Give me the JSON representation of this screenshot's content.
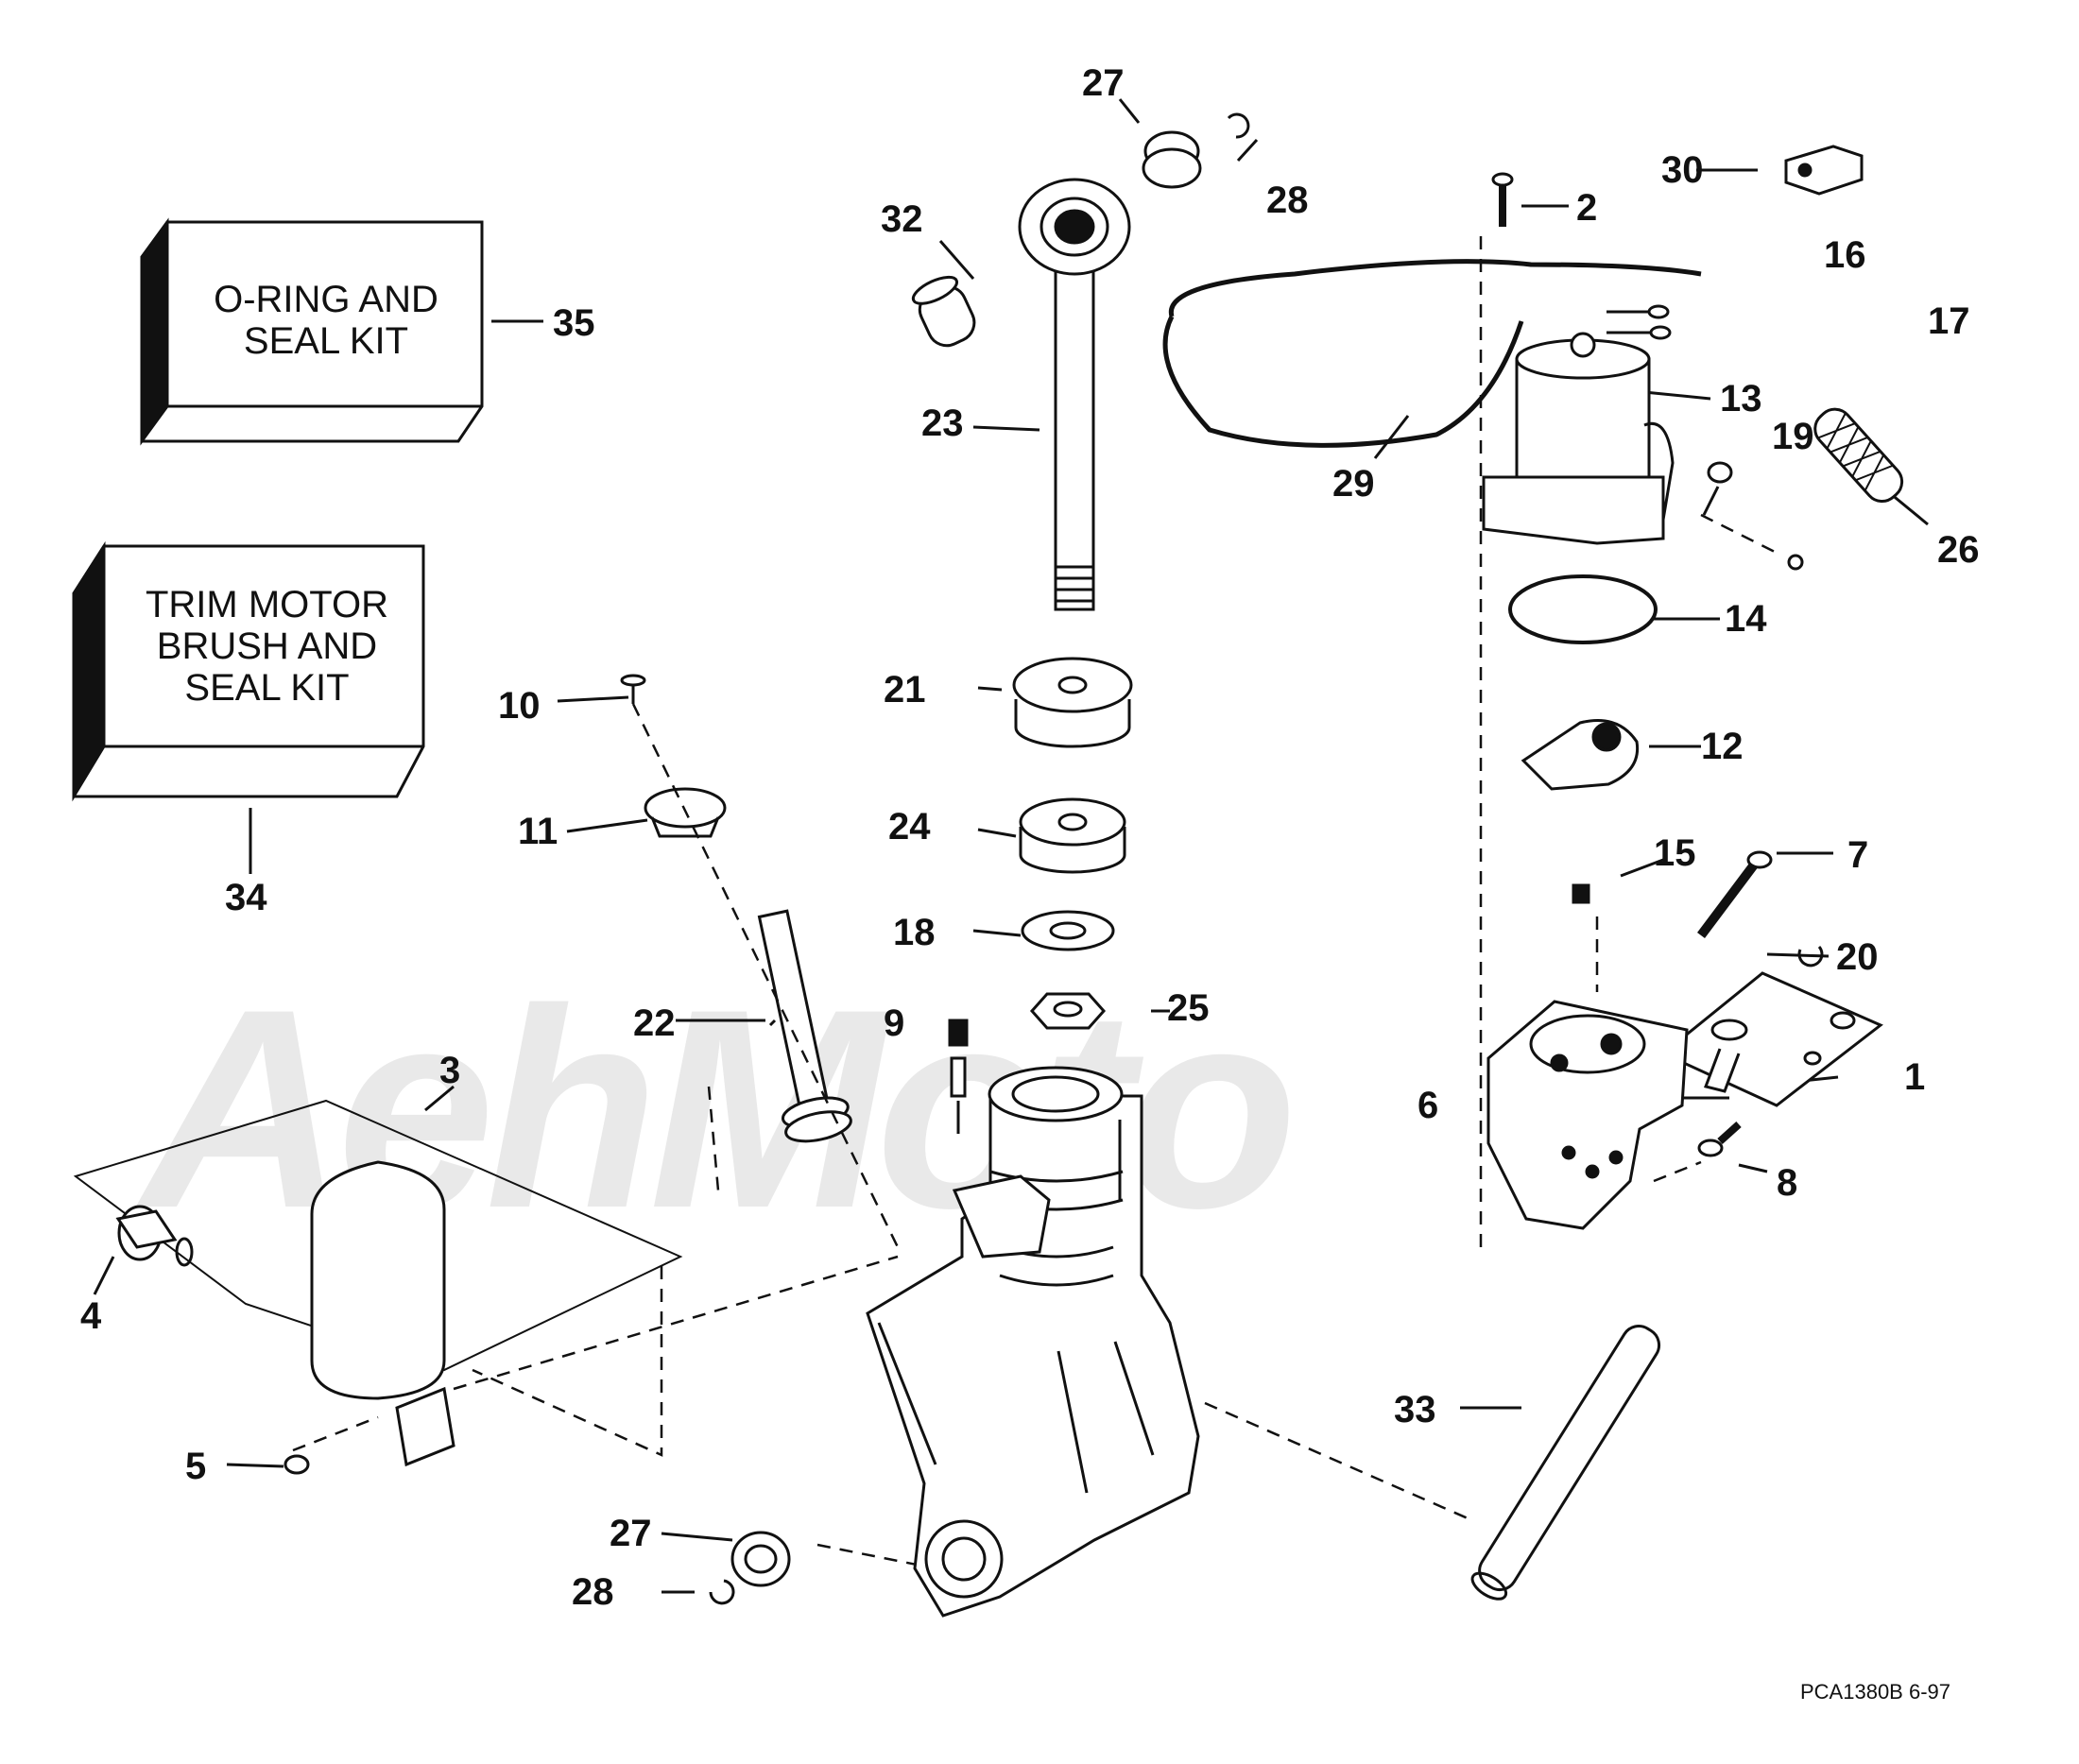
{
  "diagram": {
    "watermark": "AehMoto",
    "kits": [
      {
        "id": "35",
        "label": "O-RING AND SEAL KIT",
        "lines": [
          "O-RING AND",
          "SEAL KIT"
        ]
      },
      {
        "id": "34",
        "label": "TRIM MOTOR BRUSH AND SEAL KIT",
        "lines": [
          "TRIM MOTOR",
          "BRUSH AND",
          "SEAL KIT"
        ]
      }
    ],
    "callouts": [
      "1",
      "2",
      "3",
      "4",
      "5",
      "6",
      "7",
      "8",
      "9",
      "10",
      "11",
      "12",
      "13",
      "14",
      "15",
      "16",
      "17",
      "18",
      "19",
      "20",
      "21",
      "22",
      "23",
      "24",
      "25",
      "26",
      "27",
      "28",
      "29",
      "30",
      "32",
      "33",
      "34",
      "35"
    ],
    "drawing_code": "PCA1380B  6-97"
  }
}
